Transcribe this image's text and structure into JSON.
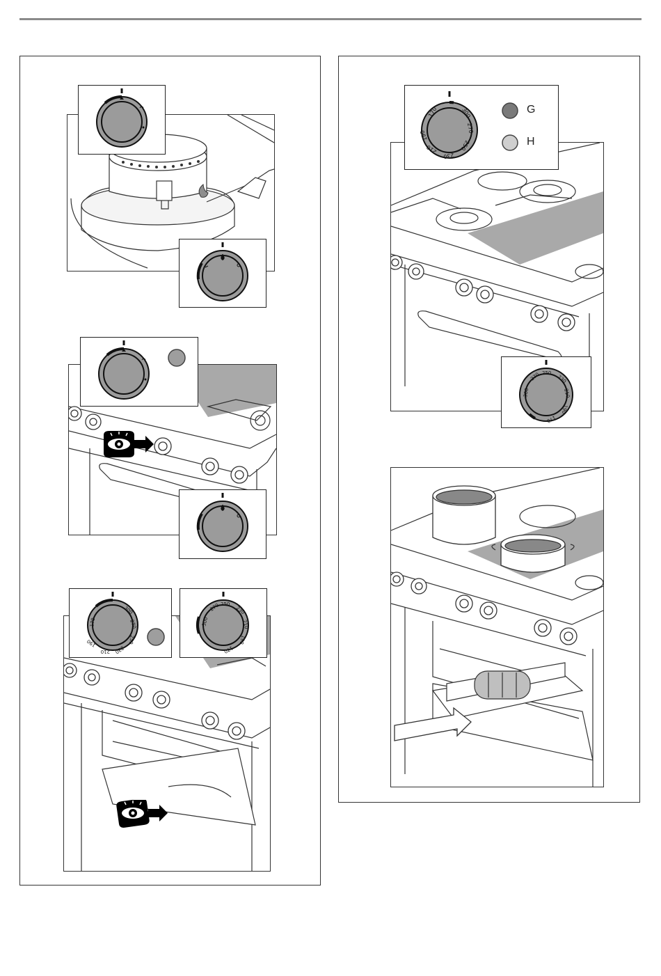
{
  "knob_marks": {
    "oven_scale": [
      "170",
      "300",
      "270",
      "250",
      "230",
      "210",
      "190"
    ],
    "oven_scale_right": [
      "300",
      "270",
      "250",
      "230",
      "210",
      "190",
      "170"
    ]
  },
  "indicators": {
    "g_label": "G",
    "h_label": "H",
    "g_color": "#7a7a7a",
    "h_color": "#cfcfcf"
  },
  "colors": {
    "knob_fill": "#9b9b9b",
    "worktop_gray": "#a9a9a9",
    "indicator_gray": "#9e9e9e",
    "eye_badge": "#000000"
  },
  "icons": [
    "knob-dial-icon",
    "eye-icon",
    "arrow-right-icon",
    "flame-icon",
    "indicator-light-icon"
  ]
}
